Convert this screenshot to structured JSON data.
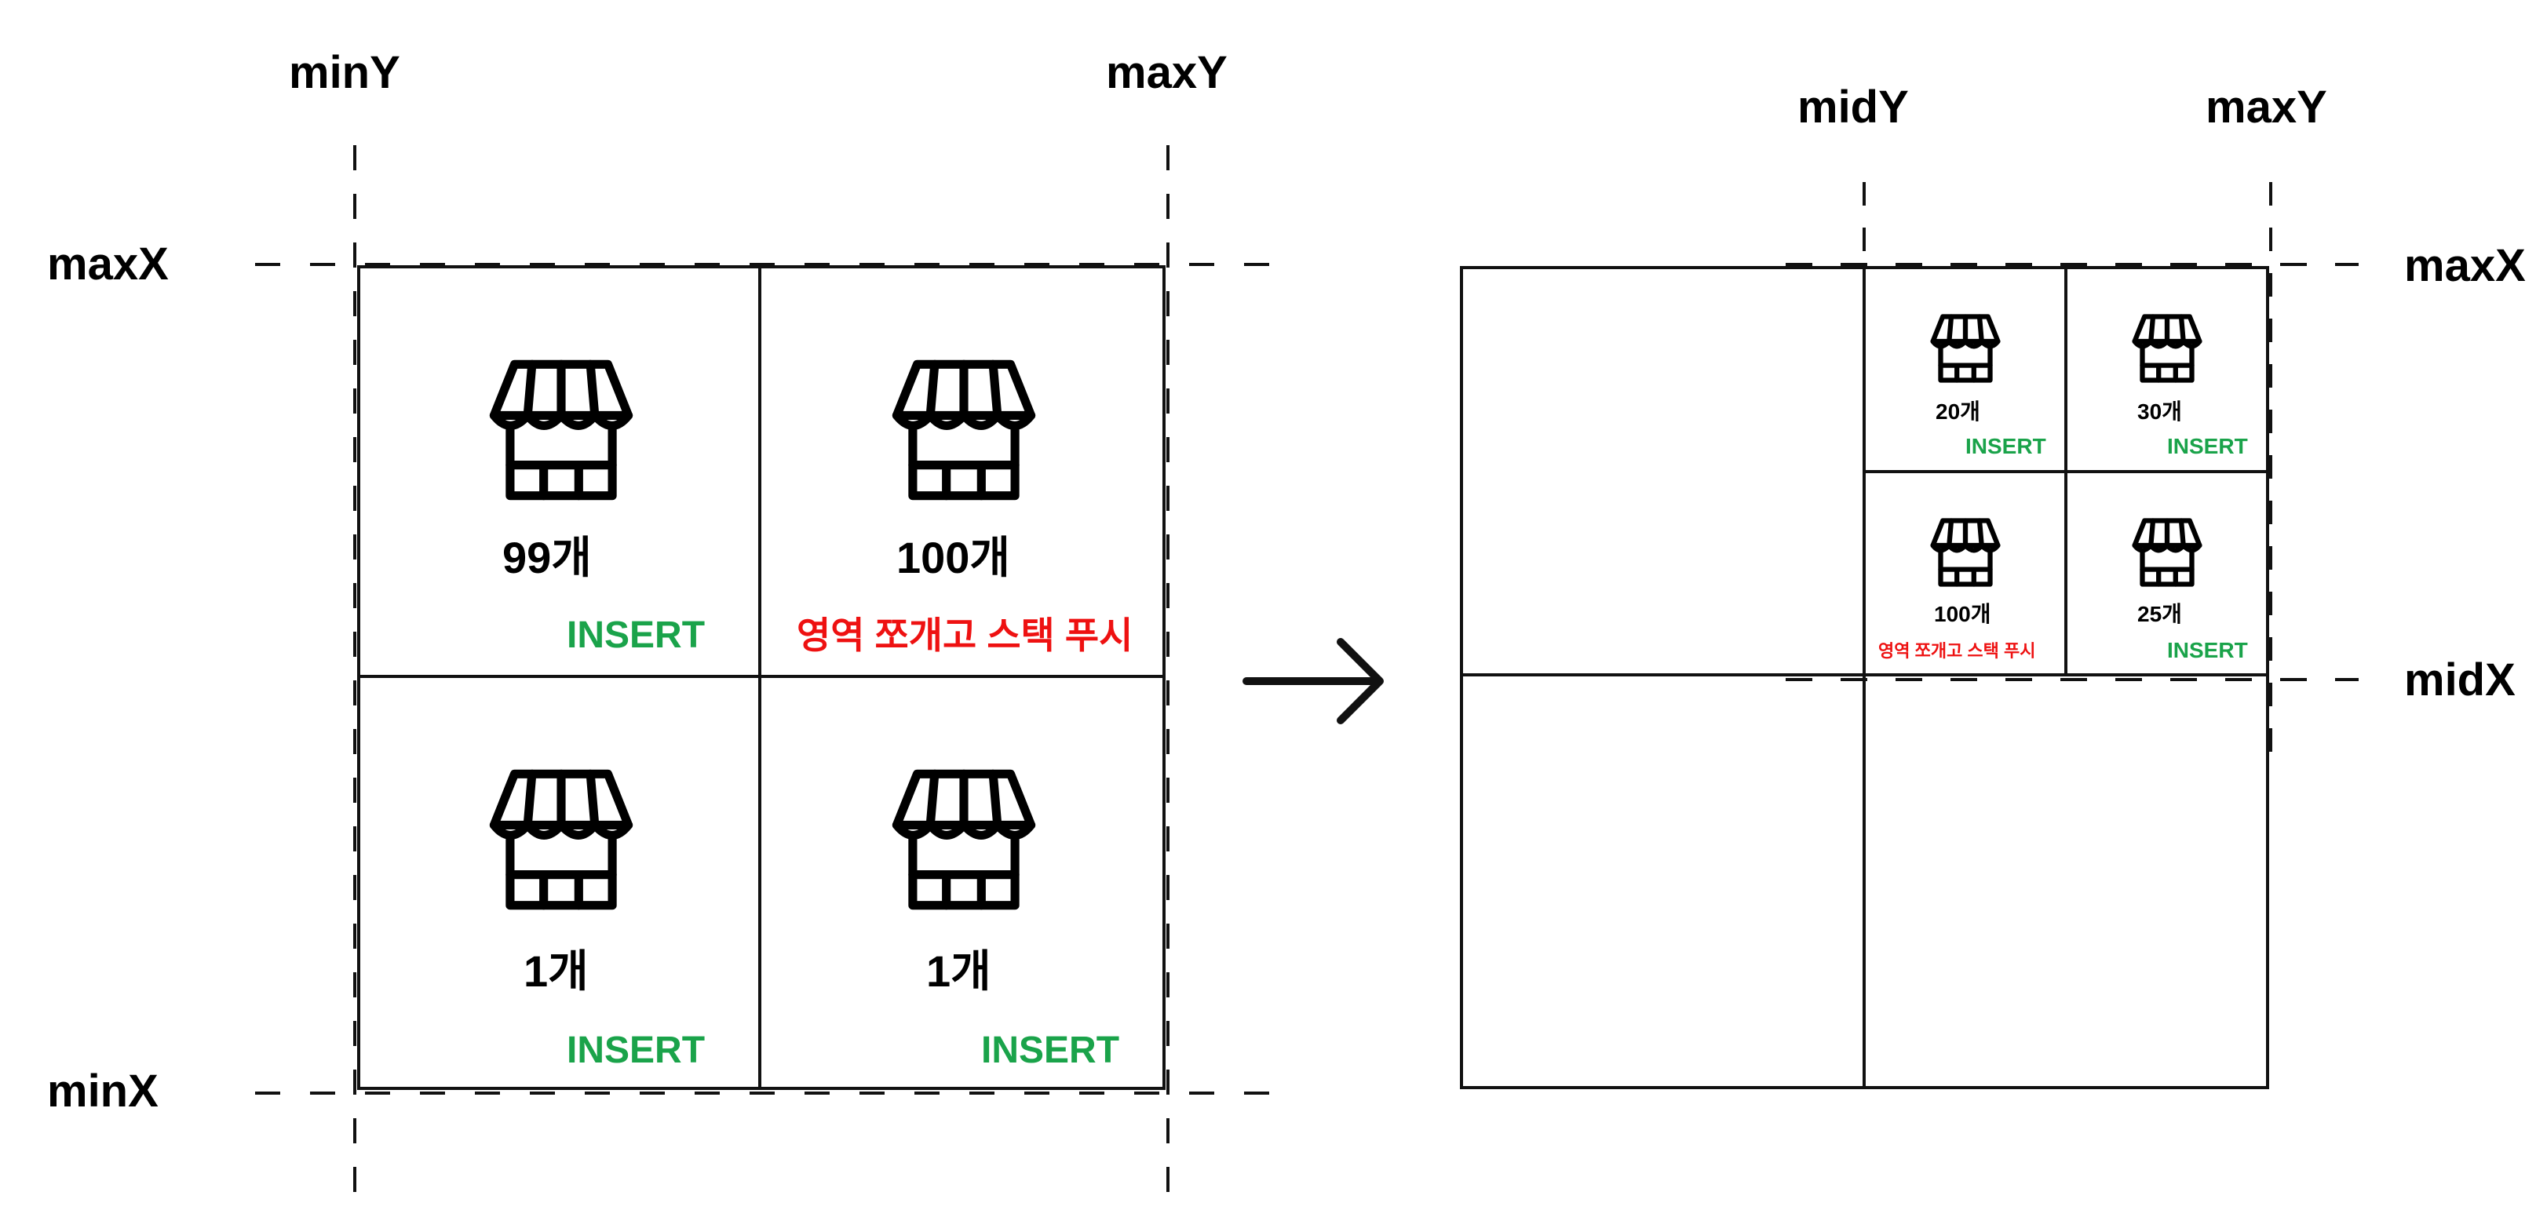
{
  "left_diagram": {
    "axis_labels": {
      "top_left": "minY",
      "top_right": "maxY",
      "left_top": "maxX",
      "left_bottom": "minX"
    },
    "cells": [
      {
        "count": "99개",
        "status": "INSERT",
        "status_color": "#1aa34a"
      },
      {
        "count": "100개",
        "status": "영역 쪼개고 스택 푸시",
        "status_color": "#ee1111"
      },
      {
        "count": "1개",
        "status": "INSERT",
        "status_color": "#1aa34a"
      },
      {
        "count": "1개",
        "status": "INSERT",
        "status_color": "#1aa34a"
      }
    ]
  },
  "arrow": {
    "icon": "right-arrow-icon"
  },
  "right_diagram": {
    "axis_labels": {
      "top_mid": "midY",
      "top_right": "maxY",
      "right_top": "maxX",
      "right_mid": "midX"
    },
    "subcells": [
      {
        "count": "20개",
        "status": "INSERT",
        "status_color": "#1aa34a"
      },
      {
        "count": "30개",
        "status": "INSERT",
        "status_color": "#1aa34a"
      },
      {
        "count": "100개",
        "status": "영역 쪼개고 스택 푸시",
        "status_color": "#ee1111"
      },
      {
        "count": "25개",
        "status": "INSERT",
        "status_color": "#1aa34a"
      }
    ]
  },
  "icons": {
    "store": "store-icon"
  },
  "colors": {
    "insert": "#1aa34a",
    "split": "#ee1111",
    "line": "#111111"
  }
}
